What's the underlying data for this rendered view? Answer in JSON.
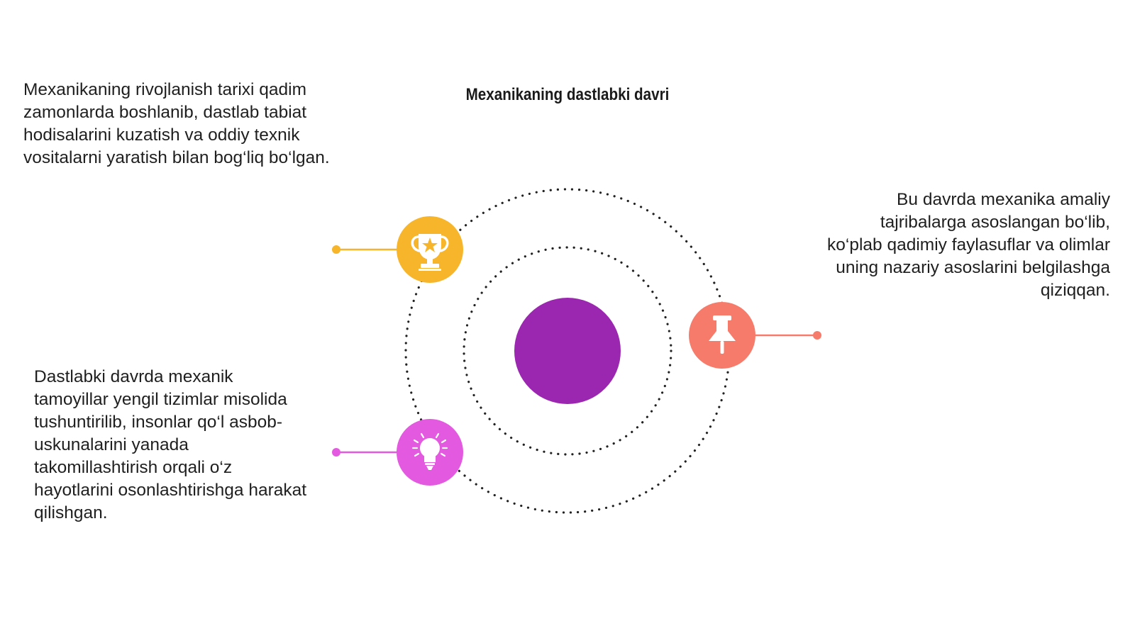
{
  "title": "Mexanikaning dastlabki davri",
  "items": [
    {
      "text": "Mexanikaning rivojlanish tarixi qadim zamonlarda boshlanib, dastlab tabiat hodisalarini kuzatish va oddiy texnik vositalarni yaratish bilan bog‘liq bo‘lgan.",
      "icon": "trophy-icon",
      "color": "#F7B52B"
    },
    {
      "text": "Bu davrda mexanika amaliy tajribalarga asoslangan bo‘lib, ko‘plab qadimiy faylasuflar va olimlar uning nazariy asoslarini belgilashga qiziqqan.",
      "icon": "pushpin-icon",
      "color": "#F77B6A"
    },
    {
      "text": "Dastlabki davrda mexanik tamoyillar yengil tizimlar misolida tushuntirilib, insonlar qo‘l asbob-uskunalarini yanada takomillashtirish orqali o‘z hayotlarini osonlashtirishga harakat qilishgan.",
      "icon": "lightbulb-icon",
      "color": "#E359DF"
    }
  ],
  "center": {
    "color": "#9B27B0"
  },
  "orbit_color": "#222222"
}
